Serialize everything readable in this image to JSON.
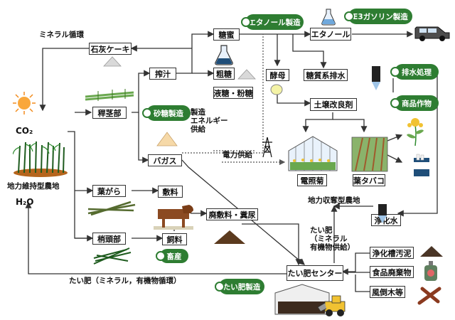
{
  "nodes": {
    "sekkai_cake": "石灰ケーキ",
    "sakujuu": "搾汁",
    "toumitsu": "糖蜜",
    "sotou": "粗糖",
    "ekitou_funtou": "液糖・粉糖",
    "koubo": "酵母",
    "ethanol": "エタノール",
    "toushitsu_haisui": "糖質系排水",
    "dojou_kairyouzai": "土壌改良剤",
    "kankeibu": "稈茎部",
    "bagasse": "バガス",
    "hagara": "葉がら",
    "shoutoubu": "梢頭部",
    "shikiryou": "敷料",
    "shiryou": "飼料",
    "haishikiryou_funnyou": "廃敷料・糞尿",
    "densho_kiku": "電照菊",
    "ha_tabako": "葉タバコ",
    "jouka_sui": "浄化水",
    "joukasou_odei": "浄化槽汚泥",
    "shokuhin_haikibutsu": "食品廃棄物",
    "fuutouboku": "風倒木等",
    "taihi_center": "たい肥センター"
  },
  "pills": {
    "ethanol_seizou": "エタノール製造",
    "e3_gasoline_seizou": "E3ガソリン製造",
    "satou_seizou": "砂糖製造",
    "haisui_shori": "排水処理",
    "shouhin_sakumotsu": "商品作物",
    "chikusan": "畜産",
    "taihi_seizou": "たい肥製造"
  },
  "labels": {
    "mineral_junkan": "ミネラル循環",
    "co2": "CO₂",
    "h2o": "H₂O",
    "chiryoku_iji_gata_nouchi": "地力維持型農地",
    "seizou_energy_kyoukyuu": [
      "製造",
      "エネルギー",
      "供給"
    ],
    "denryoku_kyoukyuu": "電力供給",
    "chiryoku_shuudatsu_gata_nouchi": "地力収奪型農地",
    "taihi_mineral_yuukibutsu": [
      "たい肥",
      "（ミネラル",
      "有機物供給）"
    ],
    "taihi_junkan": "たい肥（ミネラル，有機物循環）"
  },
  "icons": [
    "sun-icon",
    "sugarcane-field-icon",
    "flask-icon",
    "sugar-pile-icon",
    "car-icon",
    "yeast-cell-icon",
    "drain-pipe-icon",
    "greenhouse-icon",
    "tobacco-field-icon",
    "flower-icon",
    "cigarette-pack-icon",
    "cow-icon",
    "leaves-icon",
    "soil-pile-icon",
    "bottle-icon",
    "log-icon",
    "compost-facility-icon",
    "transmission-tower-icon"
  ],
  "colors": {
    "pill_green": "#2e7d32",
    "arrow": "#333333",
    "dotted_arrow": "#555555"
  }
}
